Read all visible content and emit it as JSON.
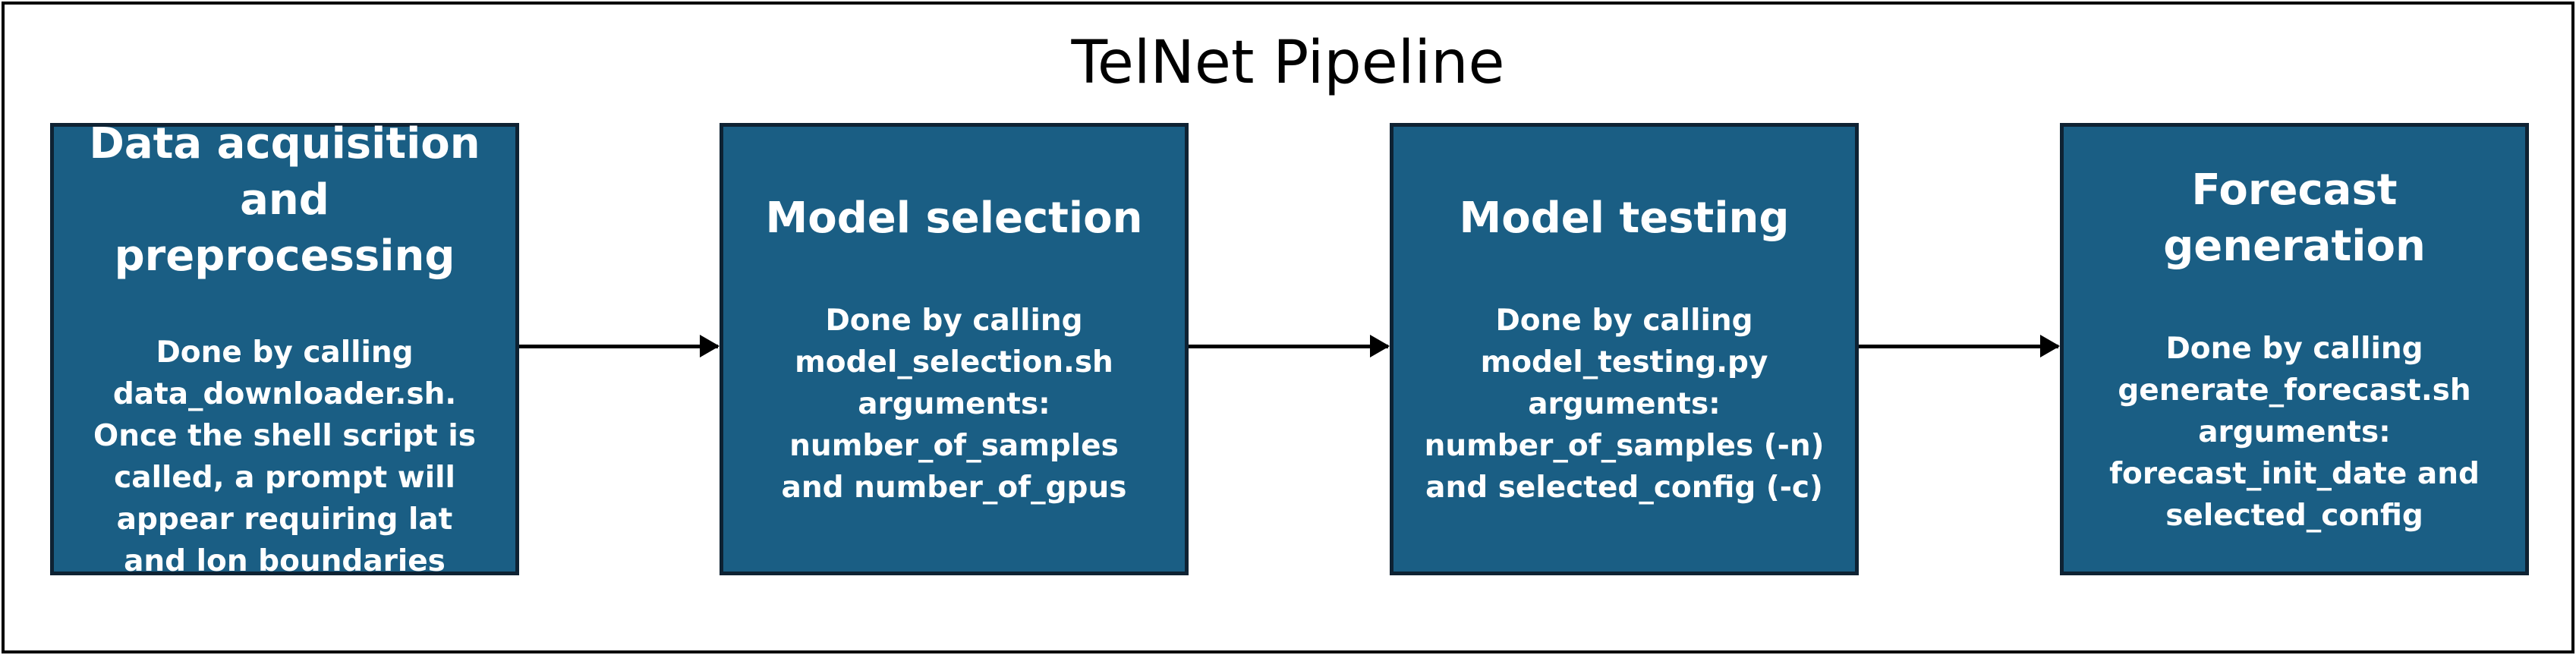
{
  "title": "TelNet Pipeline",
  "stages": [
    {
      "title": "Data acquisition and preprocessing",
      "description": "Done by calling data_downloader.sh. Once the shell script is called, a prompt will appear requiring lat and lon boundaries"
    },
    {
      "title": "Model selection",
      "description": "Done by calling model_selection.sh arguments: number_of_samples and number_of_gpus"
    },
    {
      "title": "Model testing",
      "description": "Done by calling model_testing.py arguments: number_of_samples (-n) and selected_config (-c)"
    },
    {
      "title": "Forecast generation",
      "description": "Done by calling generate_forecast.sh arguments: forecast_init_date and selected_config"
    }
  ],
  "colors": {
    "box_fill": "#1a5e84",
    "box_border": "#0e2233",
    "box_text": "#ffffff",
    "arrow": "#000000",
    "frame": "#000000"
  }
}
